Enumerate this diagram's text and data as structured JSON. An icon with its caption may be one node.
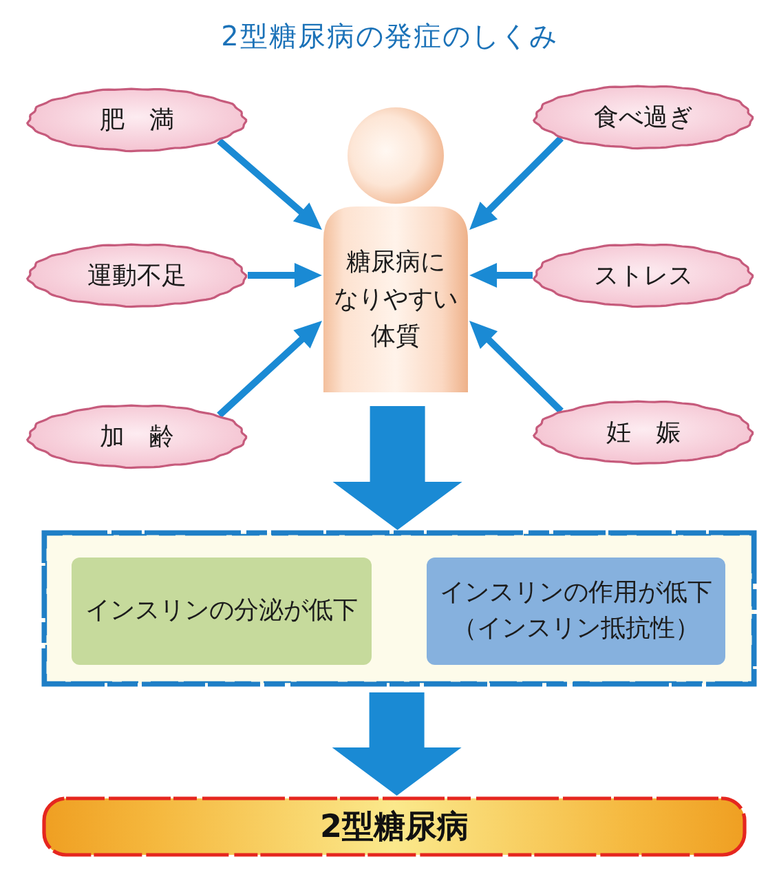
{
  "diagram": {
    "title": "2型糖尿病の発症のしくみ",
    "nodes": [
      {
        "text": [
          "肥　満"
        ]
      },
      {
        "text": [
          "運動不足"
        ]
      },
      {
        "text": [
          "加　齢"
        ]
      },
      {
        "text": [
          "食べ過ぎ"
        ]
      },
      {
        "text": [
          "ストレス"
        ]
      },
      {
        "text": [
          "妊　娠"
        ]
      },
      {
        "text": [
          "糖尿病になりやすい体質"
        ]
      },
      {
        "text": [],
        "shape": "box"
      },
      {
        "text": [
          "インスリンの分泌が低下"
        ],
        "in": 7
      },
      {
        "text": [
          "インスリンの作用が低下（インスリン抵抗性）"
        ],
        "in": 7
      },
      {
        "text": [
          "2型糖尿病"
        ]
      }
    ],
    "edges": [
      {
        "from": 0,
        "to": 6,
        "arrow": "to"
      },
      {
        "from": 1,
        "to": 6,
        "arrow": "to"
      },
      {
        "from": 2,
        "to": 6,
        "arrow": "to"
      },
      {
        "from": 3,
        "to": 6,
        "arrow": "to"
      },
      {
        "from": 4,
        "to": 6,
        "arrow": "to"
      },
      {
        "from": 5,
        "to": 6,
        "arrow": "to"
      },
      {
        "from": 6,
        "to": 7,
        "arrow": "to",
        "style": "thick"
      },
      {
        "from": 7,
        "to": 10,
        "arrow": "to",
        "style": "thick"
      }
    ]
  }
}
